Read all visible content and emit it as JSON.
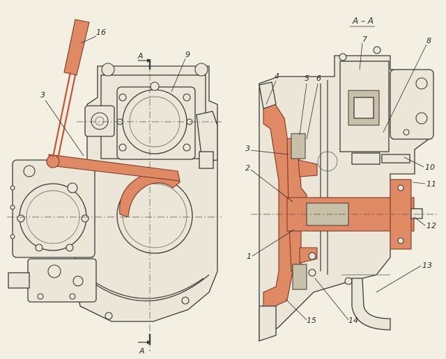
{
  "section_label": "А – А",
  "cut_marks": [
    "А",
    "А"
  ],
  "callouts": [
    "1",
    "2",
    "3",
    "4",
    "5",
    "6",
    "7",
    "8",
    "9",
    "10",
    "11",
    "12",
    "13",
    "14",
    "15",
    "16",
    "3"
  ],
  "colors": {
    "highlight": "#e08a65",
    "line": "#3a3a3a",
    "paper": "#f4efe3"
  }
}
